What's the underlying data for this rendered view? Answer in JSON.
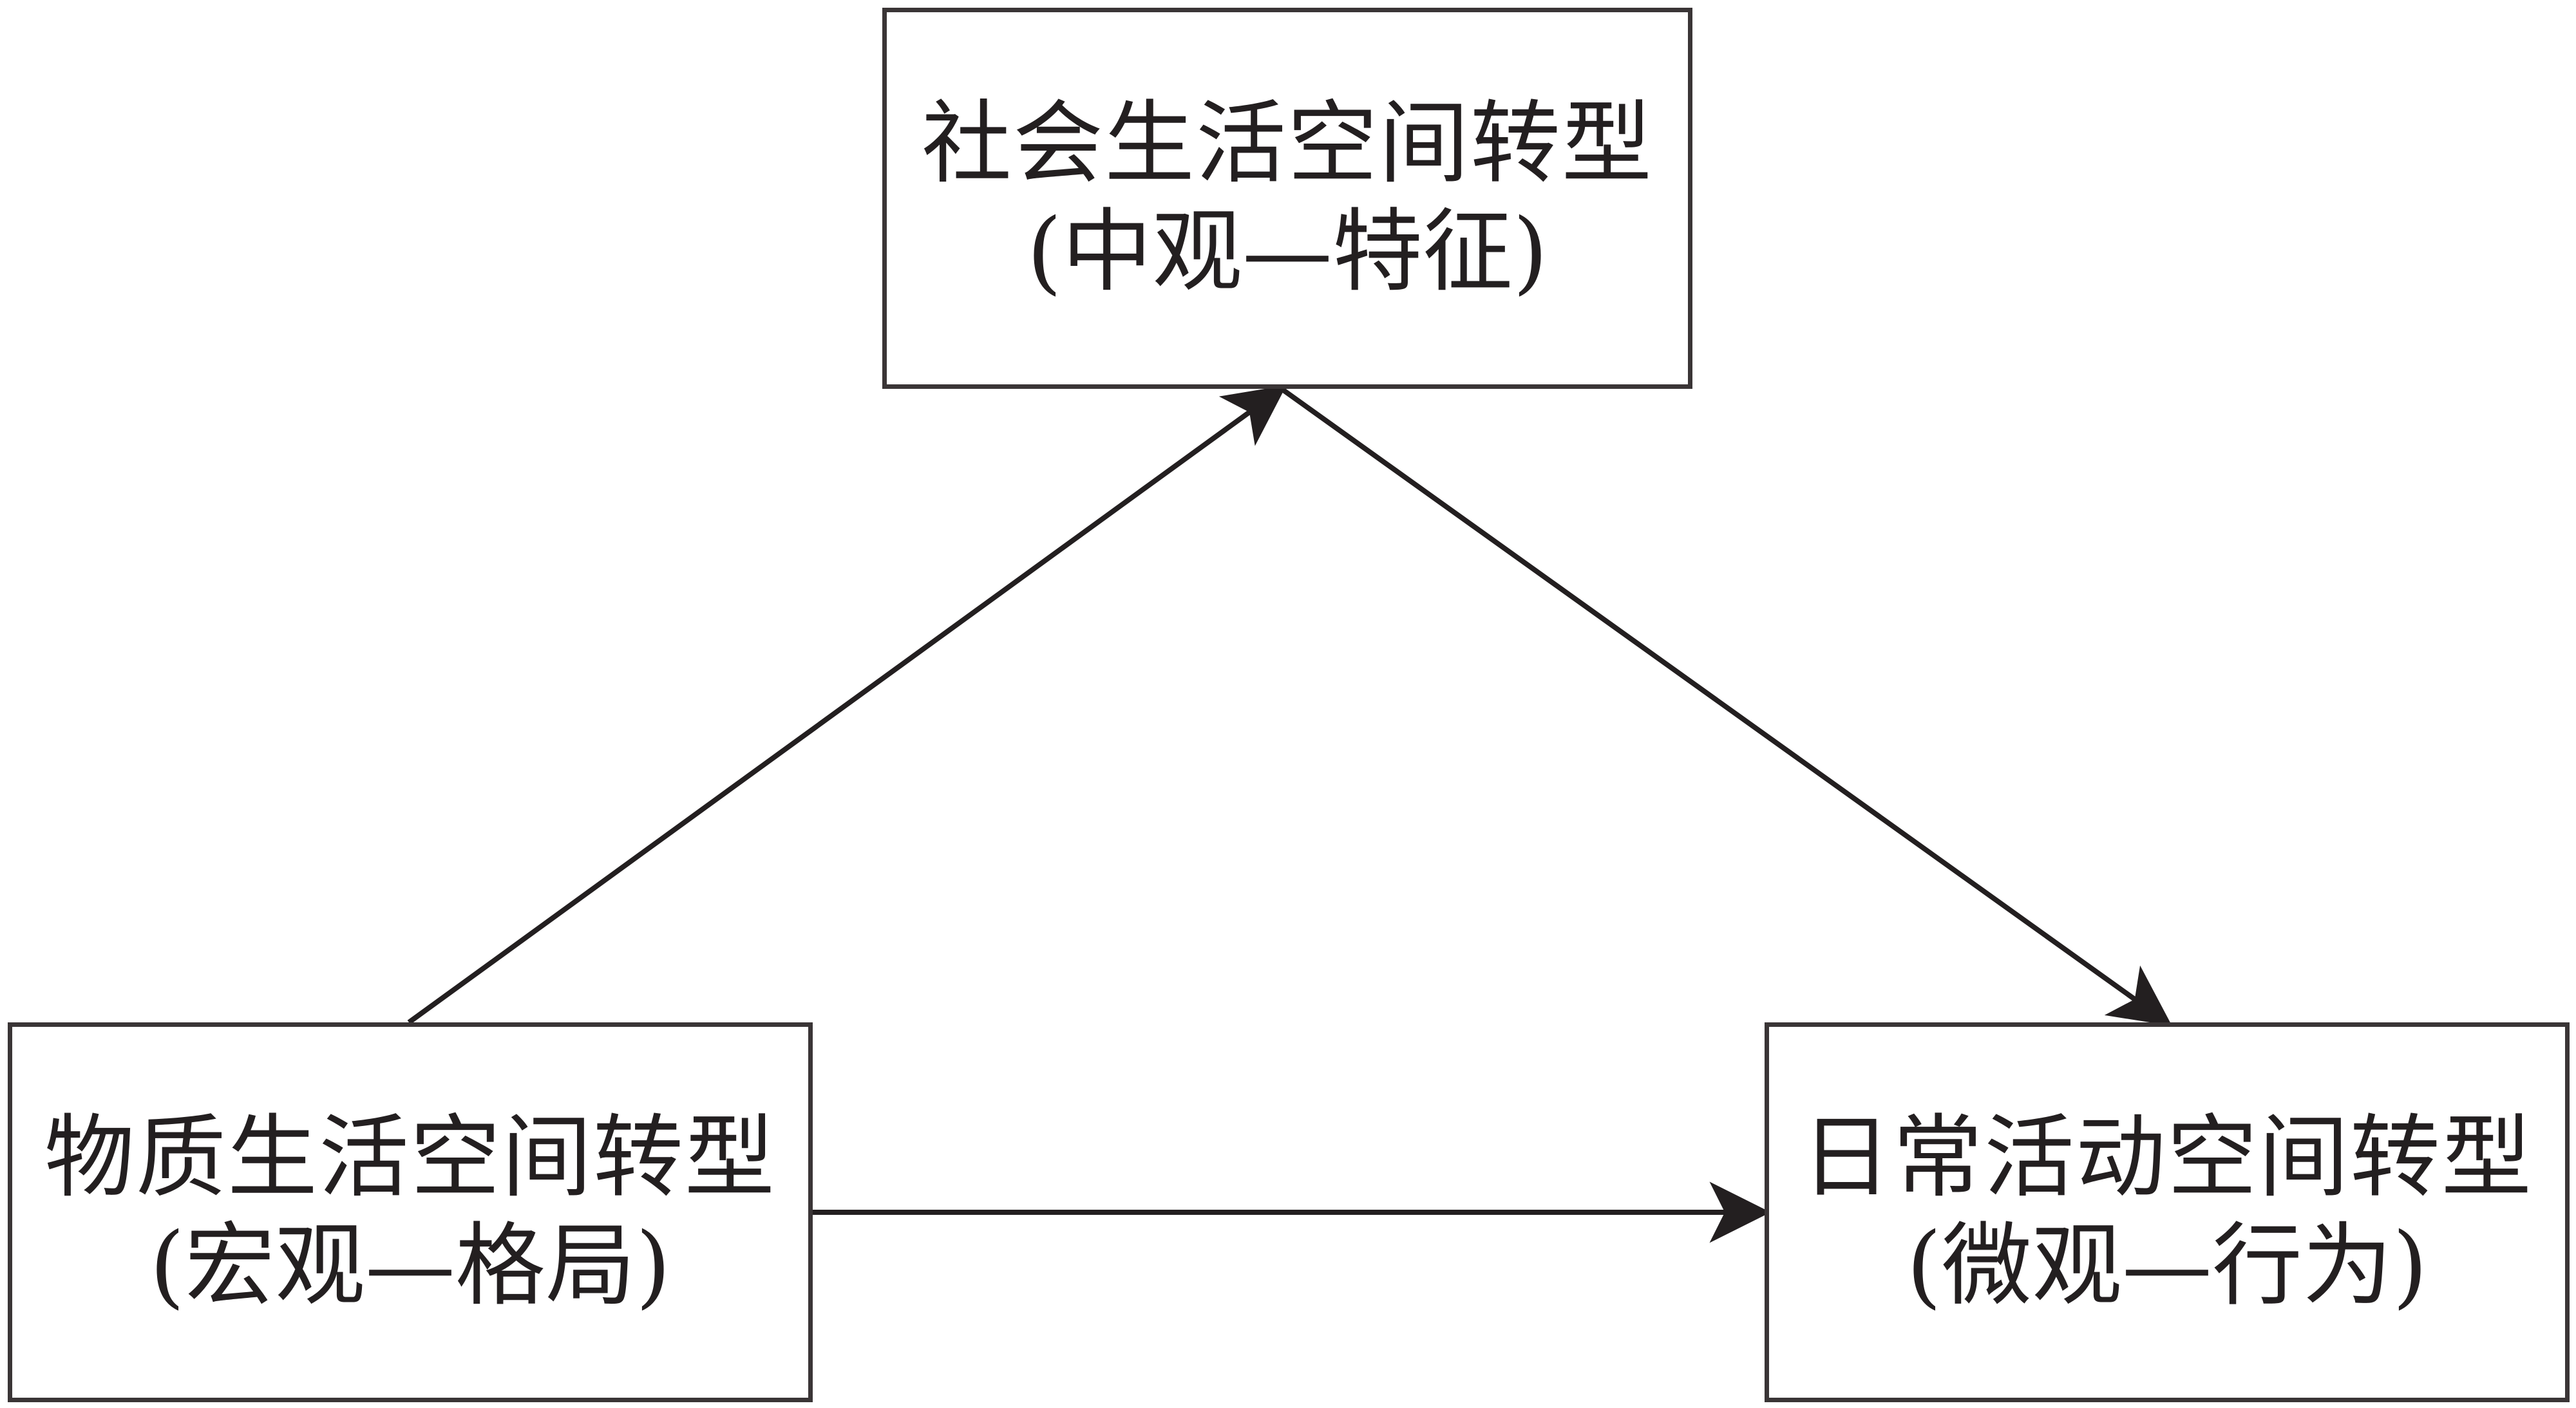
{
  "diagram": {
    "nodes": {
      "social": {
        "title": "社会生活空间转型",
        "subtitle": "(中观—特征)"
      },
      "material": {
        "title": "物质生活空间转型",
        "subtitle": "(宏观—格局)"
      },
      "daily": {
        "title": "日常活动空间转型",
        "subtitle": "(微观—行为)"
      }
    },
    "edges": [
      {
        "from": "material",
        "to": "social"
      },
      {
        "from": "social",
        "to": "daily"
      },
      {
        "from": "material",
        "to": "daily"
      }
    ],
    "colors": {
      "line": "#231f20",
      "border": "#3a3536"
    }
  }
}
